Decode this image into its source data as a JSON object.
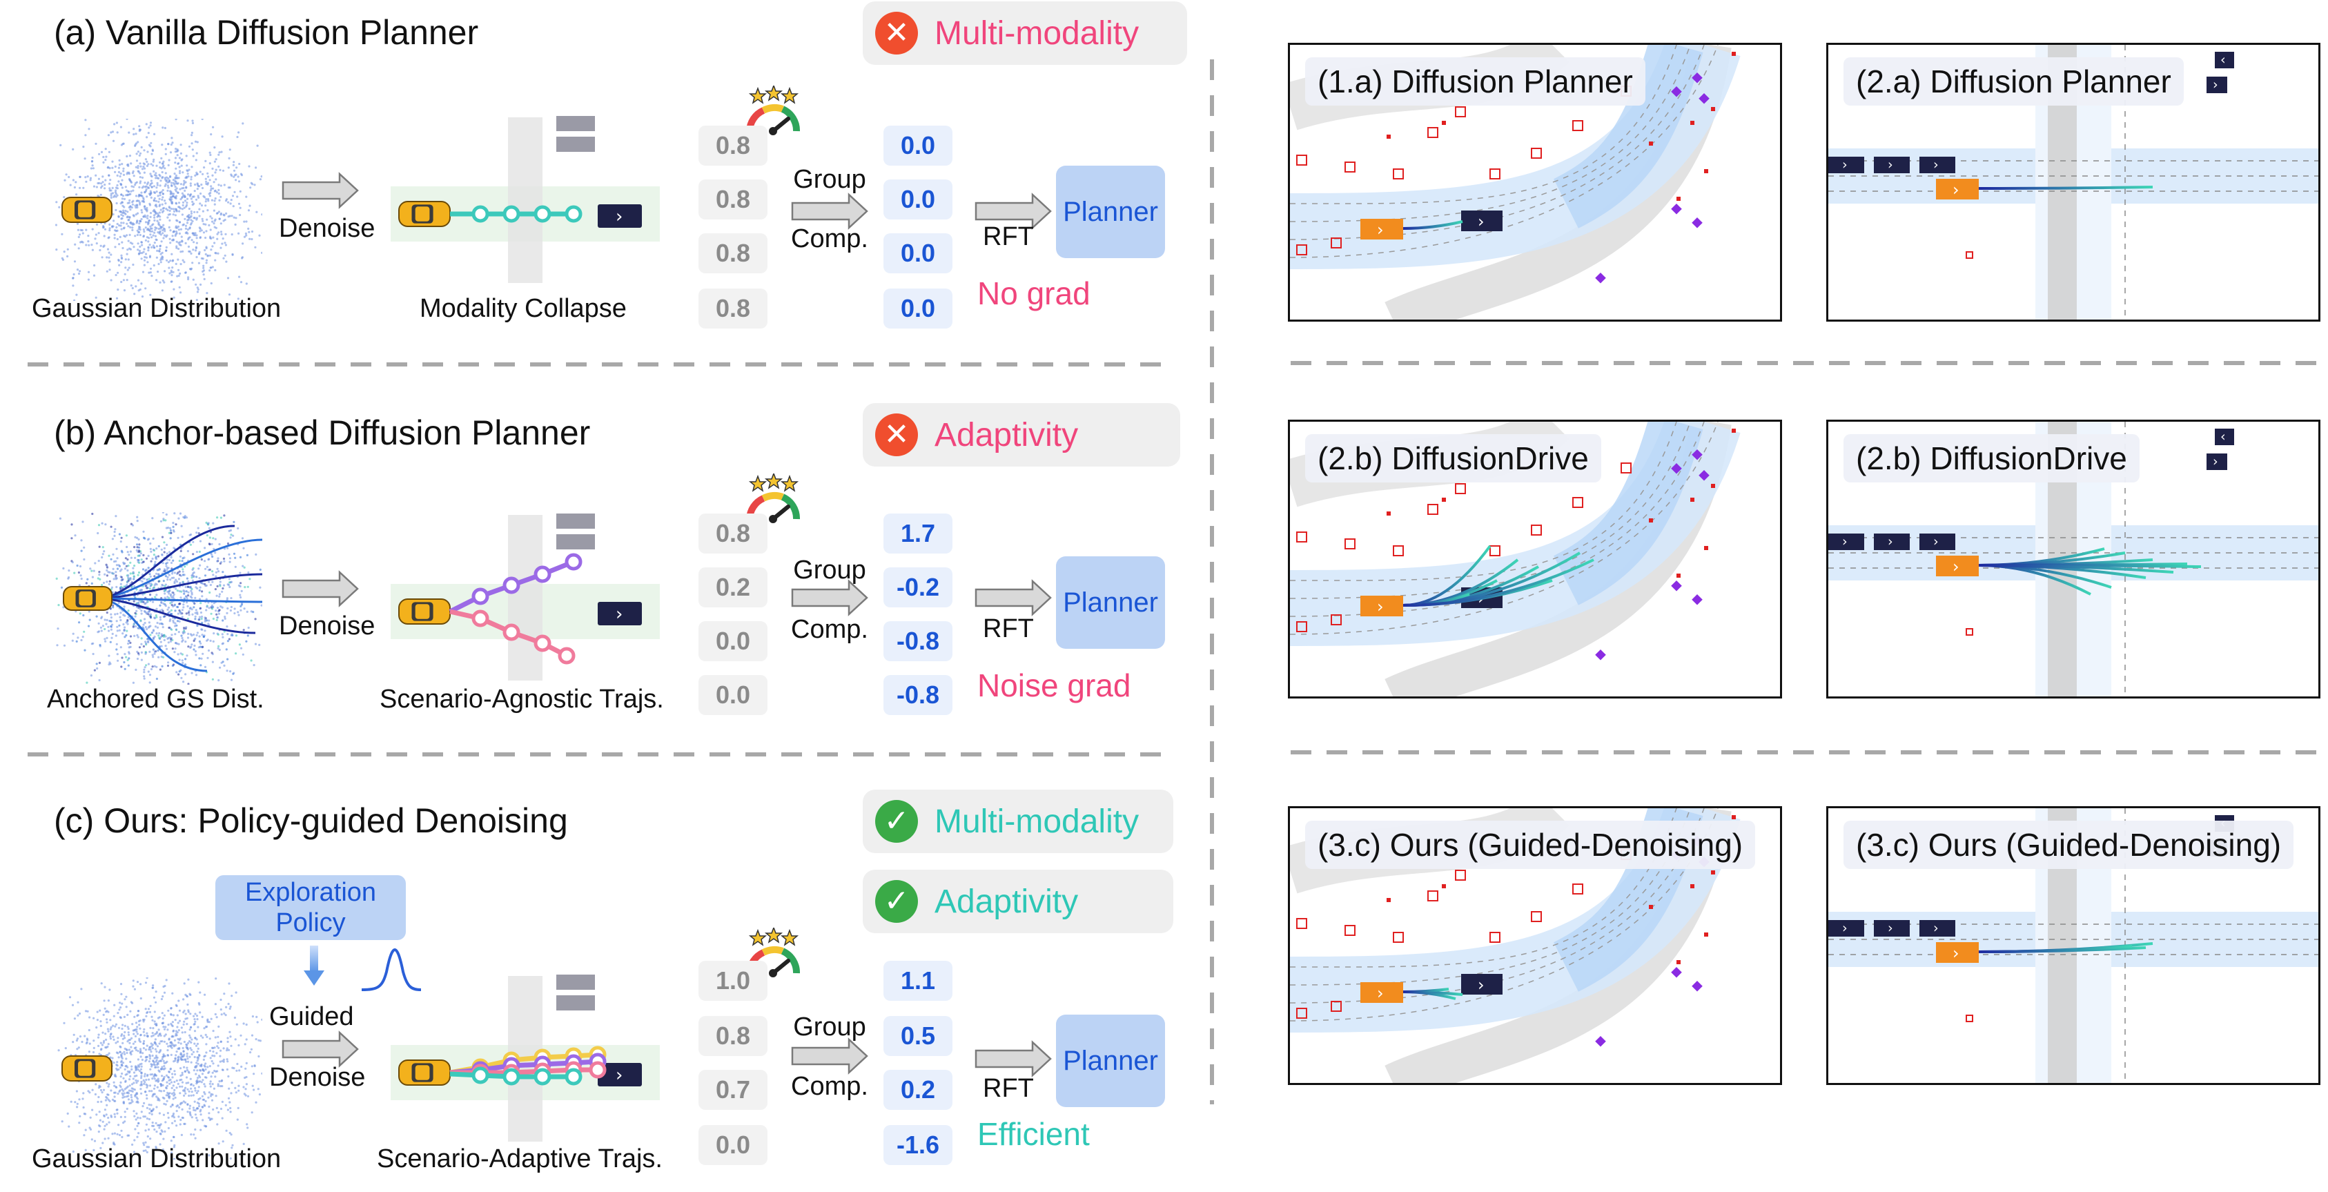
{
  "panel_a": {
    "title": "(a) Vanilla Diffusion Planner",
    "tag": "Multi-modality",
    "tag_status": "fail",
    "dist_label": "Gaussian Distribution",
    "denoise_label": "Denoise",
    "traj_label": "Modality Collapse",
    "scores": [
      "0.8",
      "0.8",
      "0.8",
      "0.8"
    ],
    "group_label": "Group",
    "comp_label": "Comp.",
    "advantages": [
      "0.0",
      "0.0",
      "0.0",
      "0.0"
    ],
    "rft_label": "RFT",
    "planner_label": "Planner",
    "note": "No grad"
  },
  "panel_b": {
    "title": "(b) Anchor-based Diffusion Planner",
    "tag": "Adaptivity",
    "tag_status": "fail",
    "dist_label": "Anchored GS Dist.",
    "denoise_label": "Denoise",
    "traj_label": "Scenario-Agnostic Trajs.",
    "scores": [
      "0.8",
      "0.2",
      "0.0",
      "0.0"
    ],
    "group_label": "Group",
    "comp_label": "Comp.",
    "advantages": [
      "1.7",
      "-0.2",
      "-0.8",
      "-0.8"
    ],
    "rft_label": "RFT",
    "planner_label": "Planner",
    "note": "Noise grad"
  },
  "panel_c": {
    "title": "(c) Ours: Policy-guided Denoising",
    "tags": [
      "Multi-modality",
      "Adaptivity"
    ],
    "tag_status": "pass",
    "policy_label": "Exploration Policy",
    "guided_label": "Guided",
    "denoise_label": "Denoise",
    "dist_label": "Gaussian Distribution",
    "traj_label": "Scenario-Adaptive Trajs.",
    "scores": [
      "1.0",
      "0.8",
      "0.7",
      "0.0"
    ],
    "group_label": "Group",
    "comp_label": "Comp.",
    "advantages": [
      "1.1",
      "0.5",
      "0.2",
      "-1.6"
    ],
    "rft_label": "RFT",
    "planner_label": "Planner",
    "note": "Efficient"
  },
  "scenes": [
    {
      "label": "(1.a) Diffusion Planner",
      "scene": "curve",
      "method": "collapse"
    },
    {
      "label": "(2.a) Diffusion Planner",
      "scene": "intersection",
      "method": "collapse"
    },
    {
      "label": "(2.b) DiffusionDrive",
      "scene": "curve",
      "method": "anchor"
    },
    {
      "label": "(2.b) DiffusionDrive",
      "scene": "intersection",
      "method": "anchor"
    },
    {
      "label": "(3.c) Ours (Guided-Denoising)",
      "scene": "curve",
      "method": "guided"
    },
    {
      "label": "(3.c) Ours (Guided-Denoising)",
      "scene": "intersection",
      "method": "guided"
    }
  ],
  "colors": {
    "fail": "#f04e2e",
    "fail_text": "#f0457c",
    "pass": "#3aaa47",
    "pass_text": "#2ec7b6",
    "advantage": "#1a55d4",
    "planner_bg": "#bcd3f5",
    "ego_car": "#f28c1e",
    "noise": "#6b8fe0"
  },
  "icons": [
    "cross-icon",
    "check-icon",
    "speedometer-icon",
    "star-icon",
    "car-icon",
    "arrow-right-icon",
    "gaussian-curve-icon"
  ]
}
